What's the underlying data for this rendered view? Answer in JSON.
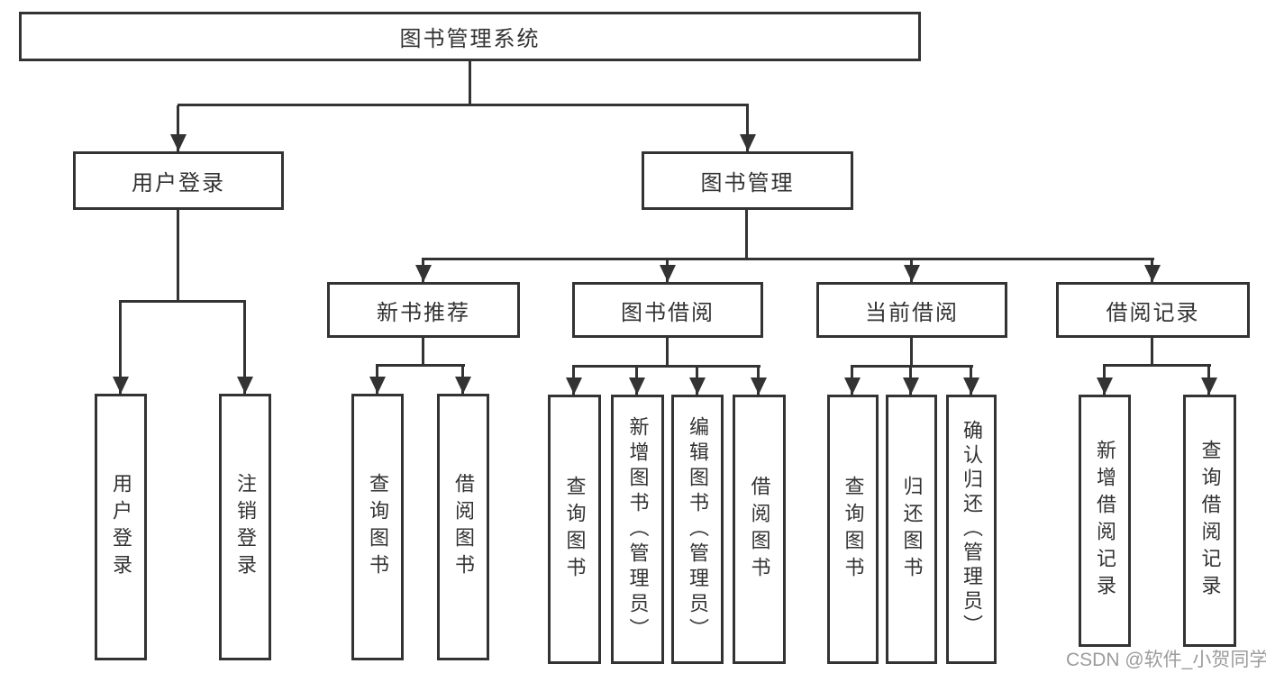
{
  "tree": {
    "root": "图书管理系统",
    "children": [
      {
        "label": "用户登录",
        "children": [
          "用户登录",
          "注销登录"
        ]
      },
      {
        "label": "图书管理",
        "children": [
          {
            "label": "新书推荐",
            "children": [
              "查询图书",
              "借阅图书"
            ]
          },
          {
            "label": "图书借阅",
            "children": [
              "查询图书",
              "新增图书（管理员）",
              "编辑图书（管理员）",
              "借阅图书"
            ]
          },
          {
            "label": "当前借阅",
            "children": [
              "查询图书",
              "归还图书",
              "确认归还（管理员）"
            ]
          },
          {
            "label": "借阅记录",
            "children": [
              "新增借阅记录",
              "查询借阅记录"
            ]
          }
        ]
      }
    ]
  },
  "watermark": {
    "text": "CSDN @软件_小贺同学"
  },
  "colors": {
    "line": "#333333",
    "box_background": "#ffffff",
    "watermark": "#949494",
    "page_background": "#ffffff"
  }
}
